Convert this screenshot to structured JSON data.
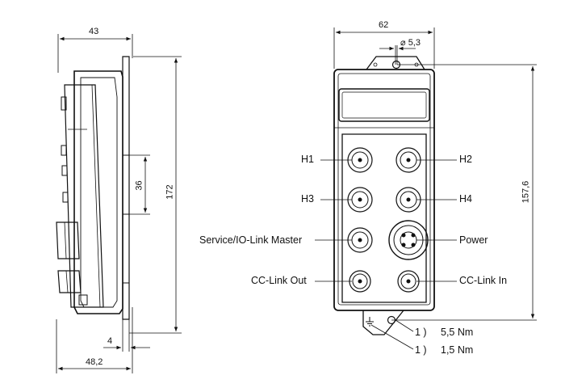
{
  "side_view": {
    "width_top": "43",
    "width_bottom": "48,2",
    "height_total": "172",
    "height_bracket": "36",
    "offset_small": "4"
  },
  "front_view": {
    "width": "62",
    "hole_diameter": "5,3",
    "hole_diameter_symbol": "⌀",
    "height_holes": "157,6"
  },
  "port_labels": {
    "h1": "H1",
    "h2": "H2",
    "h3": "H3",
    "h4": "H4",
    "service": "Service/IO-Link Master",
    "power": "Power",
    "cc_out": "CC-Link Out",
    "cc_in": "CC-Link In"
  },
  "notes": [
    {
      "marker": "1 )",
      "value": "5,5 Nm"
    },
    {
      "marker": "1 )",
      "value": "1,5 Nm"
    }
  ],
  "symbols": {
    "ground": "ground-symbol-icon"
  }
}
